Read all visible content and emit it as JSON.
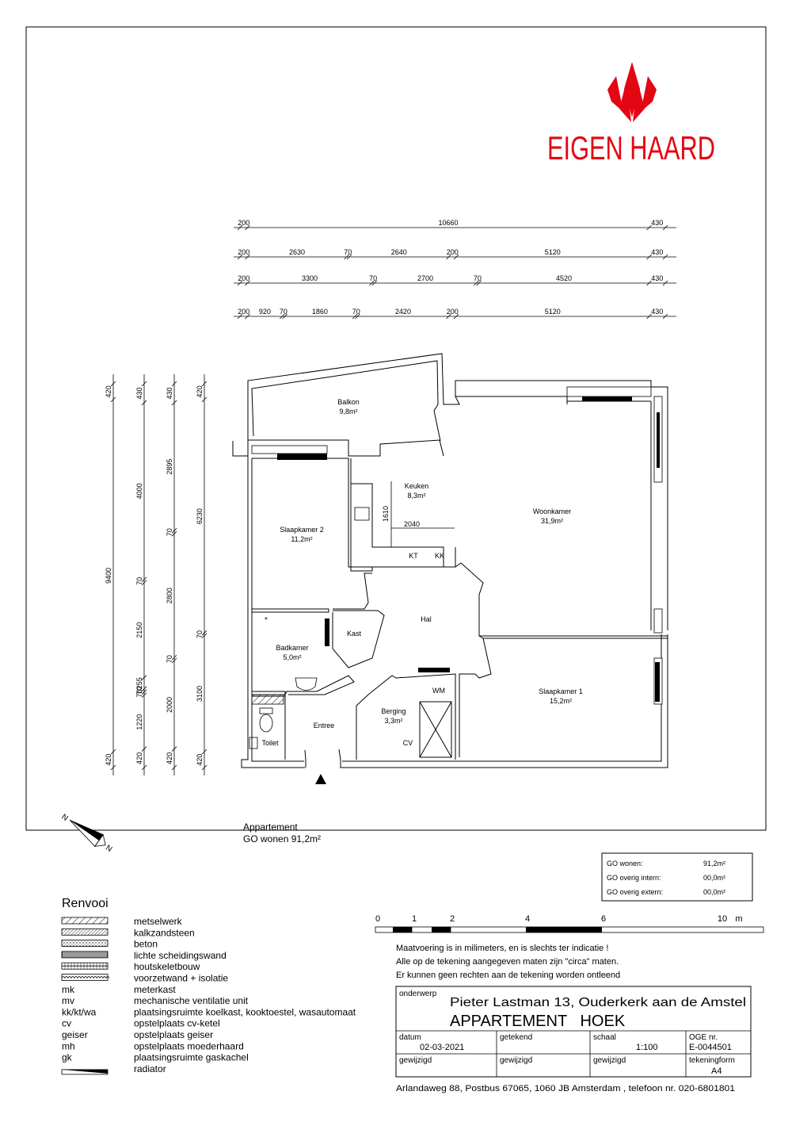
{
  "brand": {
    "name": "EIGEN HAARD",
    "color": "#e30613"
  },
  "dimensions_top": [
    [
      "200",
      "10660",
      "430"
    ],
    [
      "200",
      "2630",
      "70",
      "2640",
      "200",
      "5120",
      "430"
    ],
    [
      "200",
      "3300",
      "70",
      "2700",
      "70",
      "4520",
      "430"
    ],
    [
      "200",
      "920",
      "70",
      "1860",
      "70",
      "2420",
      "200",
      "5120",
      "430"
    ]
  ],
  "dimensions_left": [
    [
      "420",
      "9400",
      "420"
    ],
    [
      "430",
      "4000",
      "70",
      "2150",
      "255",
      "70",
      "70",
      "1220",
      "420"
    ],
    [
      "430",
      "2895",
      "70",
      "2800",
      "70",
      "2000",
      "420"
    ],
    [
      "420",
      "6230",
      "70",
      "3100",
      "420"
    ]
  ],
  "rooms": [
    {
      "name": "Balkon",
      "area": "9,8m²"
    },
    {
      "name": "Keuken",
      "area": "8,3m²"
    },
    {
      "name": "Woonkamer",
      "area": "31,9m²"
    },
    {
      "name": "Slaapkamer 2",
      "area": "11,2m²"
    },
    {
      "name": "Hal",
      "area": ""
    },
    {
      "name": "Kast",
      "area": ""
    },
    {
      "name": "Badkamer",
      "area": "5,0m²"
    },
    {
      "name": "Slaapkamer 1",
      "area": "15,2m²"
    },
    {
      "name": "Berging",
      "area": "3,3m²"
    },
    {
      "name": "Entree",
      "area": ""
    },
    {
      "name": "Toilet",
      "area": ""
    }
  ],
  "fixtures": {
    "kt": "KT",
    "kk": "KK",
    "wm": "WM",
    "cv": "CV",
    "kitchen_w": "2040",
    "kitchen_h": "1610"
  },
  "summary": {
    "line1": "Appartement",
    "line2": "GO wonen 91,2m²"
  },
  "area_table": [
    {
      "label": "GO wonen:",
      "value": "91,2m²"
    },
    {
      "label": "GO overig intern:",
      "value": "00,0m²"
    },
    {
      "label": "GO overig extern:",
      "value": "00,0m²"
    }
  ],
  "legend": {
    "title": "Renvooi",
    "items": [
      {
        "key": "",
        "pattern": "hatch-diag",
        "label": "metselwerk"
      },
      {
        "key": "",
        "pattern": "hatch-dense",
        "label": "kalkzandsteen"
      },
      {
        "key": "",
        "pattern": "dots",
        "label": "beton"
      },
      {
        "key": "",
        "pattern": "vertical",
        "label": "lichte scheidingswand"
      },
      {
        "key": "",
        "pattern": "double",
        "label": "houtskeletbouw"
      },
      {
        "key": "",
        "pattern": "wave",
        "label": "voorzetwand + isolatie"
      },
      {
        "key": "mk",
        "pattern": "",
        "label": "meterkast"
      },
      {
        "key": "mv",
        "pattern": "",
        "label": "mechanische ventilatie unit"
      },
      {
        "key": "kk/kt/wa",
        "pattern": "",
        "label": "plaatsingsruimte koelkast, kooktoestel, wasautomaat"
      },
      {
        "key": "cv",
        "pattern": "",
        "label": "opstelplaats cv-ketel"
      },
      {
        "key": "geiser",
        "pattern": "",
        "label": "opstelplaats geiser"
      },
      {
        "key": "mh",
        "pattern": "",
        "label": "opstelplaats moederhaard"
      },
      {
        "key": "gk",
        "pattern": "",
        "label": "plaatsingsruimte gaskachel"
      },
      {
        "key": "",
        "pattern": "radiator",
        "label": "radiator"
      }
    ]
  },
  "scale_bar": {
    "ticks": [
      "0",
      "1",
      "2",
      "4",
      "6",
      "10"
    ],
    "unit": "m"
  },
  "disclaimer": [
    "Maatvoering is in milimeters, en is slechts ter indicatie !",
    "Alle op de tekening aangegeven maten zijn \"circa\" maten.",
    "Er kunnen geen rechten aan de tekening worden ontleend"
  ],
  "titleblock": {
    "onderwerp_label": "onderwerp",
    "address": "Pieter Lastman 13, Ouderkerk aan de Amstel",
    "type": "APPARTEMENT   HOEK",
    "datum_label": "datum",
    "datum": "02-03-2021",
    "getekend_label": "getekend",
    "getekend": "",
    "schaal_label": "schaal",
    "schaal": "1:100",
    "oge_label": "OGE nr.",
    "oge": "E-0044501",
    "gewijzigd_label": "gewijzigd",
    "tekeningform_label": "tekeningform",
    "tekeningform": "A4",
    "footer": "Arlandaweg 88, Postbus 67065, 1060 JB Amsterdam , telefoon nr. 020-6801801"
  },
  "north": {
    "label": "N"
  }
}
